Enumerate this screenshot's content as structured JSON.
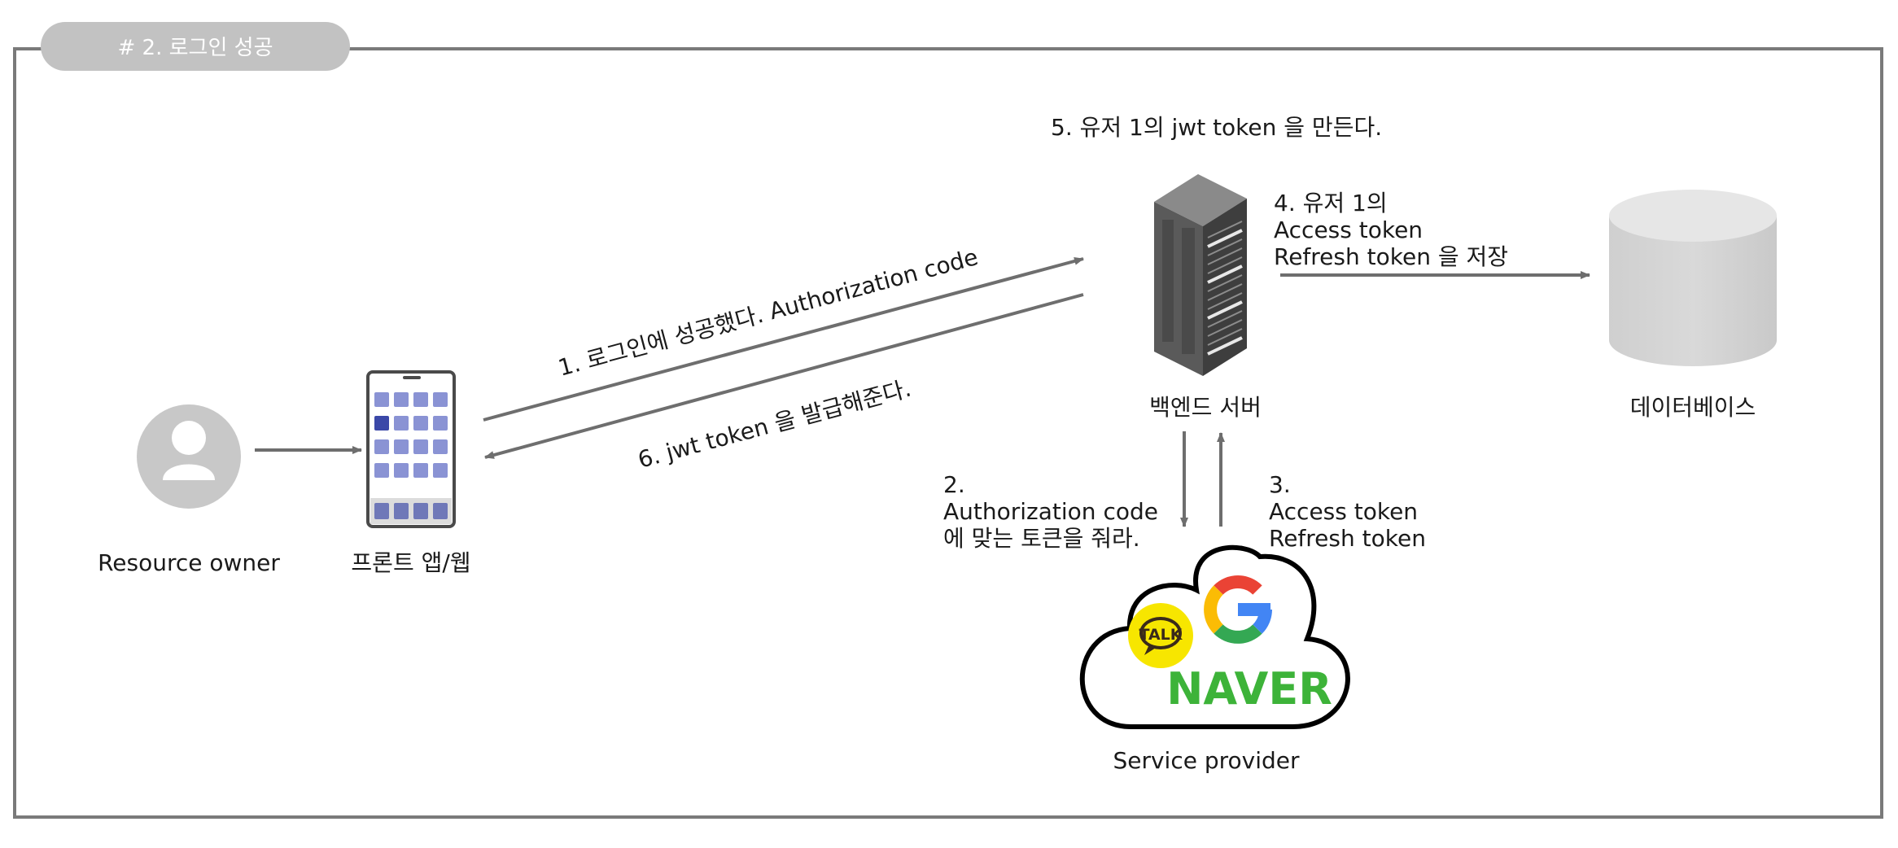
{
  "section_tab": "# 2. 로그인 성공",
  "nodes": {
    "resource_owner": "Resource owner",
    "front_app": "프론트 앱/웹",
    "backend": "백엔드 서버",
    "database": "데이터베이스",
    "service_provider": "Service provider"
  },
  "logos": {
    "talk": "TALK",
    "naver": "NAVER"
  },
  "steps": {
    "s1": "1. 로그인에 성공했다. Authorization code",
    "s2": [
      "2.",
      "Authorization code",
      "에 맞는 토큰을 줘라."
    ],
    "s3": [
      "3.",
      "Access token",
      "Refresh token"
    ],
    "s4": [
      "4. 유저 1의",
      "Access token",
      "Refresh token 을 저장"
    ],
    "s5": "5. 유저 1의 jwt token 을 만든다.",
    "s6": "6. jwt token 을 발급해준다."
  },
  "colors": {
    "frame": "#7a7a7a",
    "tab": "#c2c2c2",
    "arrow": "#6e6e6e",
    "avatar": "#c8c8c8",
    "app_tile": "#8a93d4",
    "app_tile_selected": "#3b48a8",
    "db": "#d2d2d2",
    "naver_green": "#3db339",
    "kakao_yellow": "#f7e600"
  }
}
